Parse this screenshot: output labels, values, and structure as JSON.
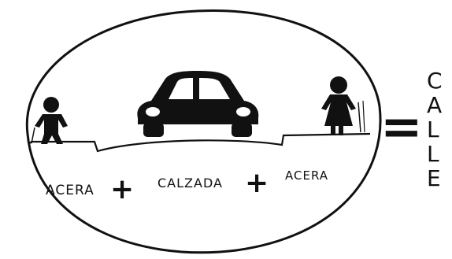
{
  "diagram": {
    "equation_left": [
      "ACERA",
      "CALZADA",
      "ACERA"
    ],
    "operator_plus": "+",
    "operator_equals": "=",
    "result_letters": [
      "C",
      "A",
      "L",
      "L",
      "E"
    ],
    "icons": [
      "pedestrian-man-icon",
      "car-icon",
      "pedestrian-woman-icon"
    ],
    "colors": {
      "ink": "#111111",
      "background": "#ffffff"
    }
  }
}
